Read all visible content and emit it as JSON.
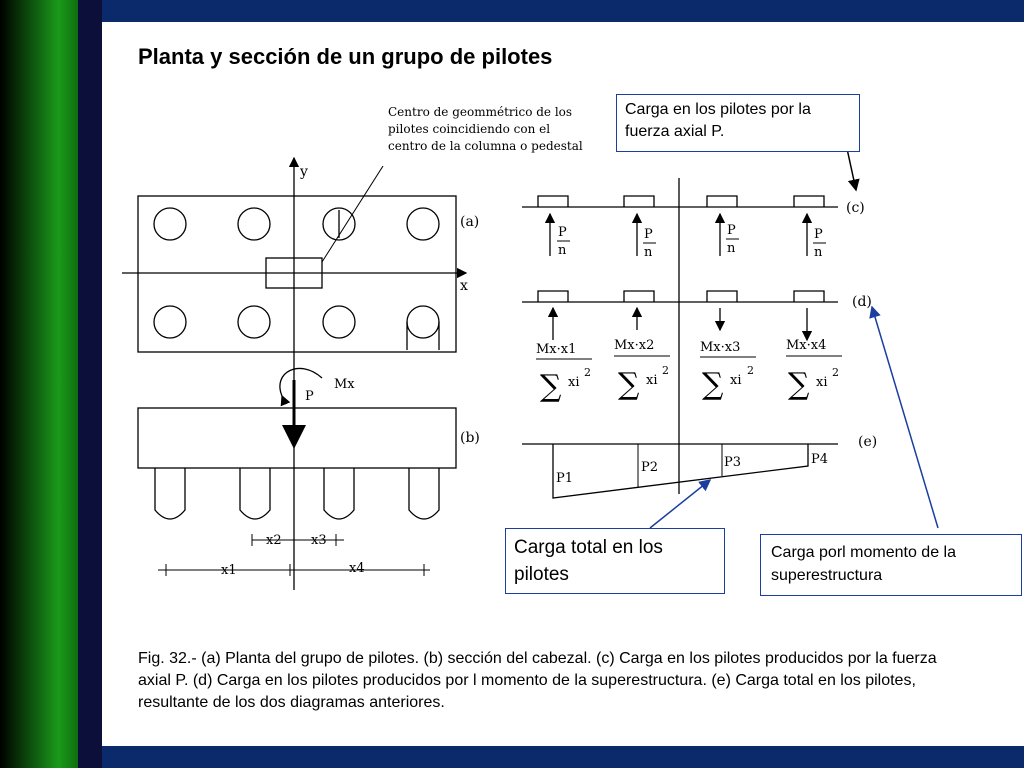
{
  "title": "Planta y sección de un grupo de pilotes",
  "note": "Centro de geommétrico de los pilotes coincidiendo con el centro de la columna o pedestal",
  "callouts": {
    "axial": "Carga en  los pilotes por la fuerza axial P.",
    "total": "Carga total en los pilotes",
    "moment": "Carga porl momento de la superestructura"
  },
  "labels": {
    "a": "(a)",
    "b": "(b)",
    "c": "(c)",
    "d": "(d)",
    "e": "(e)",
    "axis_x": "x",
    "axis_y": "y",
    "P": "P",
    "Mx": "Mx",
    "x1": "x1",
    "x2": "x2",
    "x3": "x3",
    "x4": "x4",
    "P_frac_num": "P",
    "P_frac_den": "n",
    "Mx_x1": "Mx·x1",
    "Mx_x2": "Mx·x2",
    "Mx_x3": "Mx·x3",
    "Mx_x4": "Mx·x4",
    "sum": "∑",
    "xi": "xi",
    "sq": "2",
    "P1": "P1",
    "P2": "P2",
    "P3": "P3",
    "P4": "P4"
  },
  "caption": "Fig. 32.- (a) Planta del grupo de pilotes. (b) sección del cabezal. (c) Carga en  los pilotes producidos por la fuerza axial P. (d) Carga en  los pilotes producidos por l momento de la superestructura. (e) Carga total en los pilotes, resultante de los dos diagramas anteriores.",
  "colors": {
    "accent_blue": "#1a3fa0",
    "band_green": "#1a9a1a",
    "bar_navy": "#0b2a6b"
  }
}
